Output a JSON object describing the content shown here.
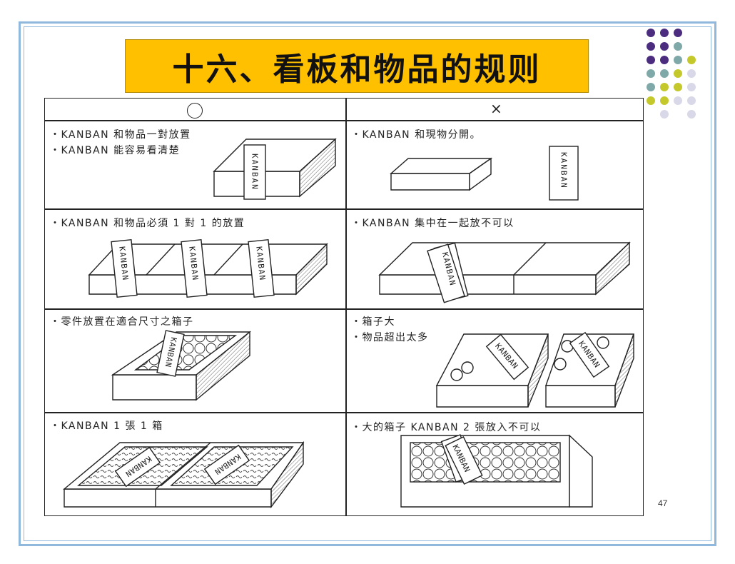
{
  "title": "十六、看板和物品的规则",
  "page_number": "47",
  "columns": {
    "good": "○",
    "bad": "×"
  },
  "kanban_label": "KANBAN",
  "rows": [
    {
      "good": [
        "・KANBAN 和物品一對放置",
        "・KANBAN 能容易看清楚"
      ],
      "bad": [
        "・KANBAN 和現物分開。"
      ]
    },
    {
      "good": [
        "・KANBAN 和物品必須 1 對 1 的放置"
      ],
      "bad": [
        "・KANBAN 集中在一起放不可以"
      ]
    },
    {
      "good": [
        "・零件放置在適合尺寸之箱子"
      ],
      "bad": [
        "・箱子大",
        "・物品超出太多"
      ]
    },
    {
      "good": [
        "・KANBAN 1 張 1 箱"
      ],
      "bad": [
        "・大的箱子 KANBAN 2 張放入不可以"
      ]
    }
  ],
  "decoration": {
    "colors": {
      "purple": "#4b2c7f",
      "teal": "#7fa8a8",
      "lime": "#c4c82a",
      "lavender": "#d8d8e8",
      "banner": "#ffc000",
      "frame": "#8fb8dc"
    }
  }
}
